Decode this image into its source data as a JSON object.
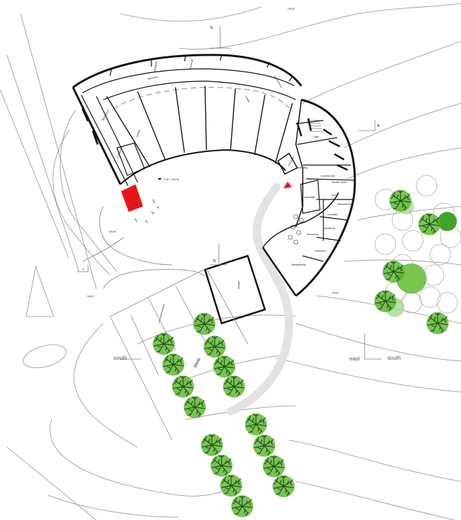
{
  "section_markers": {
    "a": "a",
    "b_top": "b",
    "b_mid": "b",
    "p_left": "p"
  },
  "directions": {
    "south_left": "south",
    "east": "east",
    "south_right": "south",
    "west": "West"
  },
  "levels": {
    "top": "146,00",
    "left": "146,50",
    "bottom_left": "146,00",
    "right": "146,00",
    "courtyard": "+ 0,00 = 146,35"
  },
  "rooms": {
    "r1": "Werkraum",
    "r2": "Computer",
    "r3": "Lehrer",
    "r4": "Oberstufe",
    "r5": "Bibliothek",
    "r6": "Werkstatt",
    "r7": "Lehrerzimmer",
    "r8": "Sanitär",
    "r9": "Garderobe",
    "r10": "Lehrerzimmer",
    "r11": "Sanitär Frauen",
    "r12": "Putz",
    "r13": "Hauswirtschaft",
    "r14": "Aufenthalt",
    "r15": "Lehrmittel",
    "r16": "Verwaltung",
    "r17": "Mehrzweck",
    "r18": "Werkraum",
    "r19": "Besprechung",
    "r20": "Garage",
    "r21": "Windfang",
    "r22": "Lager",
    "bike": "Fahrradabstellplatz"
  },
  "colors": {
    "entrance_block": "#e8141b",
    "entrance_arrow": "#e8141b",
    "path": "#e3e3e3",
    "tree_green": "#55b52a",
    "tree_dark": "#234d18",
    "walls": "#111111"
  },
  "icons": {
    "tree": "tree-icon",
    "arrow": "north-arrow-icon"
  }
}
